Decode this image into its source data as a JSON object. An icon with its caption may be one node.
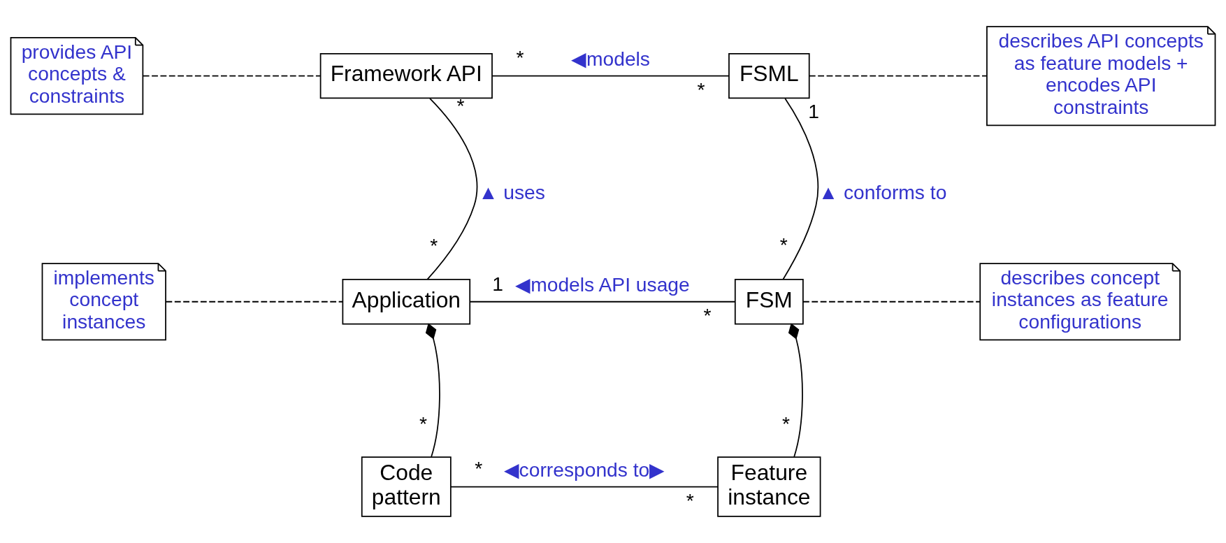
{
  "diagram": {
    "nodes": [
      {
        "text": [
          "provides API concepts & constraints"
        ]
      },
      {
        "text": [
          "Framework API"
        ]
      },
      {
        "text": [
          "FSML"
        ]
      },
      {
        "text": [
          "describes API concepts as feature models + encodes API constraints"
        ]
      },
      {
        "text": [
          "implements concept instances"
        ]
      },
      {
        "text": [
          "Application"
        ]
      },
      {
        "text": [
          "FSM"
        ]
      },
      {
        "text": [
          "describes concept instances as feature configurations"
        ]
      },
      {
        "text": [
          "Code pattern"
        ]
      },
      {
        "text": [
          "Feature instance"
        ]
      }
    ],
    "edges": [
      {
        "from": 0,
        "to": 1,
        "arrow": "none",
        "style": "dashed"
      },
      {
        "from": 1,
        "to": 2,
        "arrow": "none",
        "label": "◀models"
      },
      {
        "from": 2,
        "to": 3,
        "arrow": "none",
        "style": "dashed"
      },
      {
        "from": 5,
        "to": 1,
        "arrow": "none",
        "label": "▲ uses"
      },
      {
        "from": 6,
        "to": 2,
        "arrow": "none",
        "label": "▲ conforms to"
      },
      {
        "from": 4,
        "to": 5,
        "arrow": "none",
        "style": "dashed"
      },
      {
        "from": 5,
        "to": 6,
        "arrow": "none",
        "label": "◀models API usage"
      },
      {
        "from": 6,
        "to": 7,
        "arrow": "none",
        "style": "dashed"
      },
      {
        "from": 5,
        "to": 8,
        "arrow": "other"
      },
      {
        "from": 6,
        "to": 9,
        "arrow": "other"
      },
      {
        "from": 8,
        "to": 9,
        "arrow": "none",
        "label": "◀corresponds to▶"
      }
    ],
    "labels": [
      "*",
      "*",
      "*",
      "1",
      "*",
      "*",
      "1",
      "*",
      "*",
      "*",
      "*",
      "*"
    ]
  }
}
